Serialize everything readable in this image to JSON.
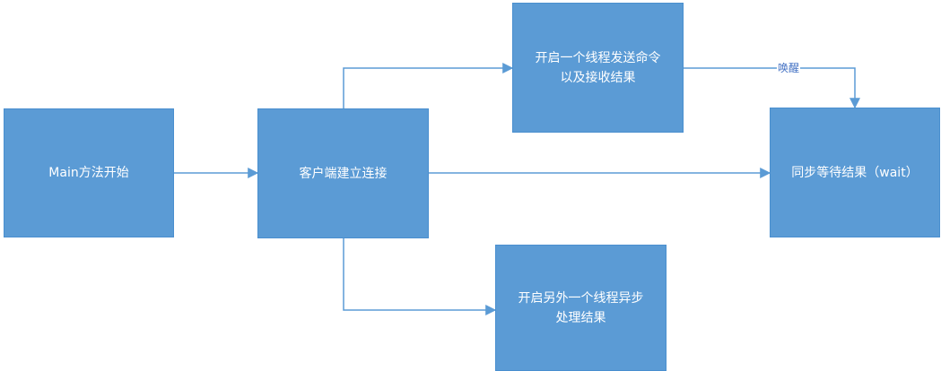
{
  "colors": {
    "node_fill": "#5b9bd5",
    "edge": "#5b9bd5",
    "label_text": "#4472c4"
  },
  "nodes": {
    "main_start": "Main方法开始",
    "client_connect": "客户端建立连接",
    "send_thread": "开启一个线程发送命令\n以及接收结果",
    "sync_wait": "同步等待结果（wait）",
    "async_thread": "开启另外一个线程异步\n处理结果"
  },
  "edges": {
    "wake_label": "唤醒"
  }
}
